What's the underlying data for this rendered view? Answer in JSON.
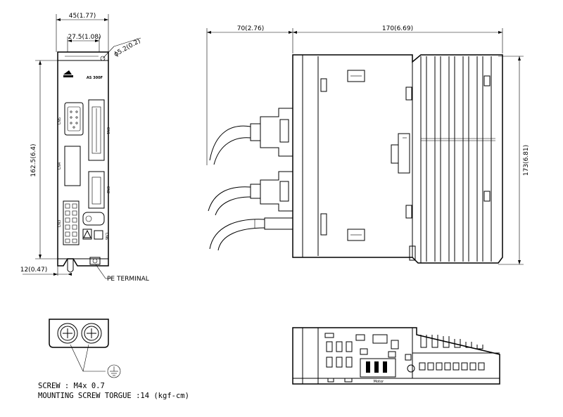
{
  "dimensions": {
    "front_width": "45(1.77)",
    "front_inner_width": "27.5(1.08)",
    "hole_diameter": "ϕ5.2(0.2)",
    "front_height": "162.5(6.4)",
    "bottom_offset": "12(0.47)",
    "side_depth_left": "70(2.76)",
    "side_depth_right": "170(6.69)",
    "side_height": "173(6.81)"
  },
  "labels": {
    "pe_terminal": "PE TERMINAL",
    "screw_spec": "SCREW : M4x 0.7",
    "torque_spec": "MOUNTING SCREW TORGUE :14 (kgf-cm)"
  },
  "front_panel_text": {
    "model": "AS 300F",
    "cn1": "CN1",
    "cn2": "CN2",
    "cn3": "CN3",
    "cn4": "CN4",
    "cn5": "CN5",
    "cn6": "CN6"
  },
  "bottom_view_text": {
    "motor": "Motor"
  }
}
